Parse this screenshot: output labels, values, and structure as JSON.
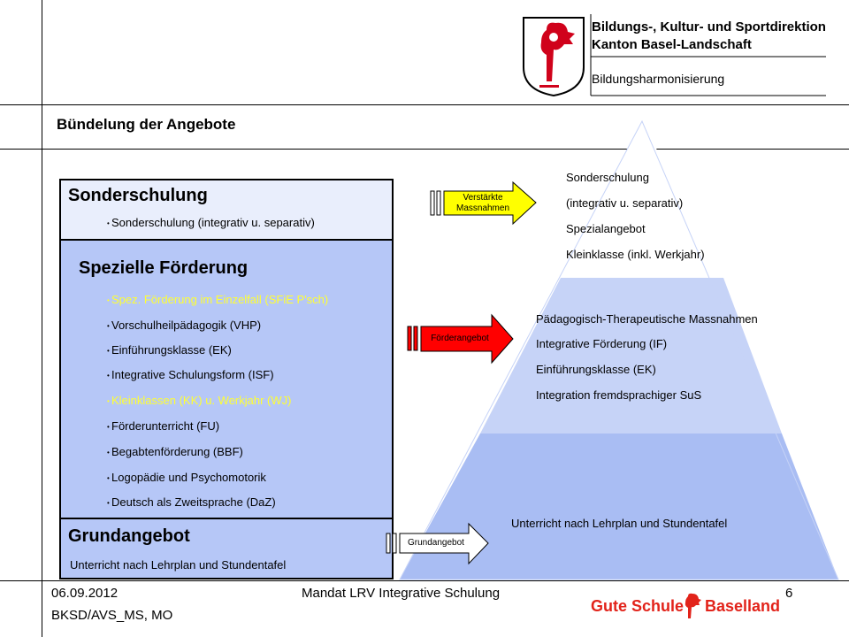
{
  "header": {
    "section_title": "Bündelung der Angebote",
    "logo": {
      "line1": "Bildungs-, Kultur- und Sportdirektion",
      "line2": "Kanton Basel-Landschaft",
      "line3": "Bildungsharmonisierung",
      "emblem": "baselstab-shield-icon"
    }
  },
  "left_panel": {
    "sonderschulung": {
      "heading": "Sonderschulung",
      "items": [
        "Sonderschulung (integrativ u. separativ)"
      ]
    },
    "spezielle": {
      "heading": "Spezielle Förderung",
      "items": [
        "Spez. Förderung im Einzelfall (SFiE P'sch)",
        "Vorschulheilpädagogik (VHP)",
        "Einführungsklasse (EK)",
        "Integrative Schulungsform (ISF)",
        "Kleinklassen (KK) u. Werkjahr (WJ)",
        "Förderunterricht (FU)",
        "Begabtenförderung (BBF)",
        "Logopädie und Psychomotorik",
        "Deutsch als Zweitsprache (DaZ)"
      ],
      "highlight_color": "#ffff33"
    },
    "grund": {
      "heading": "Grundangebot",
      "text": "Unterricht nach Lehrplan und Stundentafel"
    }
  },
  "arrows": {
    "verstaerkt": {
      "label_line1": "Verstärkte",
      "label_line2": "Massnahmen",
      "color": "#ffff00"
    },
    "foerder": {
      "label": "Förderangebot",
      "color": "#ff0000"
    },
    "grund": {
      "label": "Grundangebot",
      "color": "#ffffff"
    }
  },
  "pyramid": {
    "top": [
      "Sonderschulung",
      "(integrativ u. separativ)",
      "Spezialangebot",
      "Kleinklasse (inkl. Werkjahr)"
    ],
    "middle": [
      "Pädagogisch-Therapeutische Massnahmen",
      "Integrative Förderung (IF)",
      "Einführungsklasse (EK)",
      "Integration fremdsprachiger SuS"
    ],
    "bottom": "Unterricht nach Lehrplan und Stundentafel",
    "colors": {
      "top": "#ffffff",
      "middle": "#c6d3f7",
      "bottom": "#a9bdf3"
    }
  },
  "footer": {
    "date": "06.09.2012",
    "author": "BKSD/AVS_MS, MO",
    "center": "Mandat LRV Integrative Schulung",
    "page": "6",
    "brand_left": "Gute Schule",
    "brand_right": "Baselland"
  }
}
